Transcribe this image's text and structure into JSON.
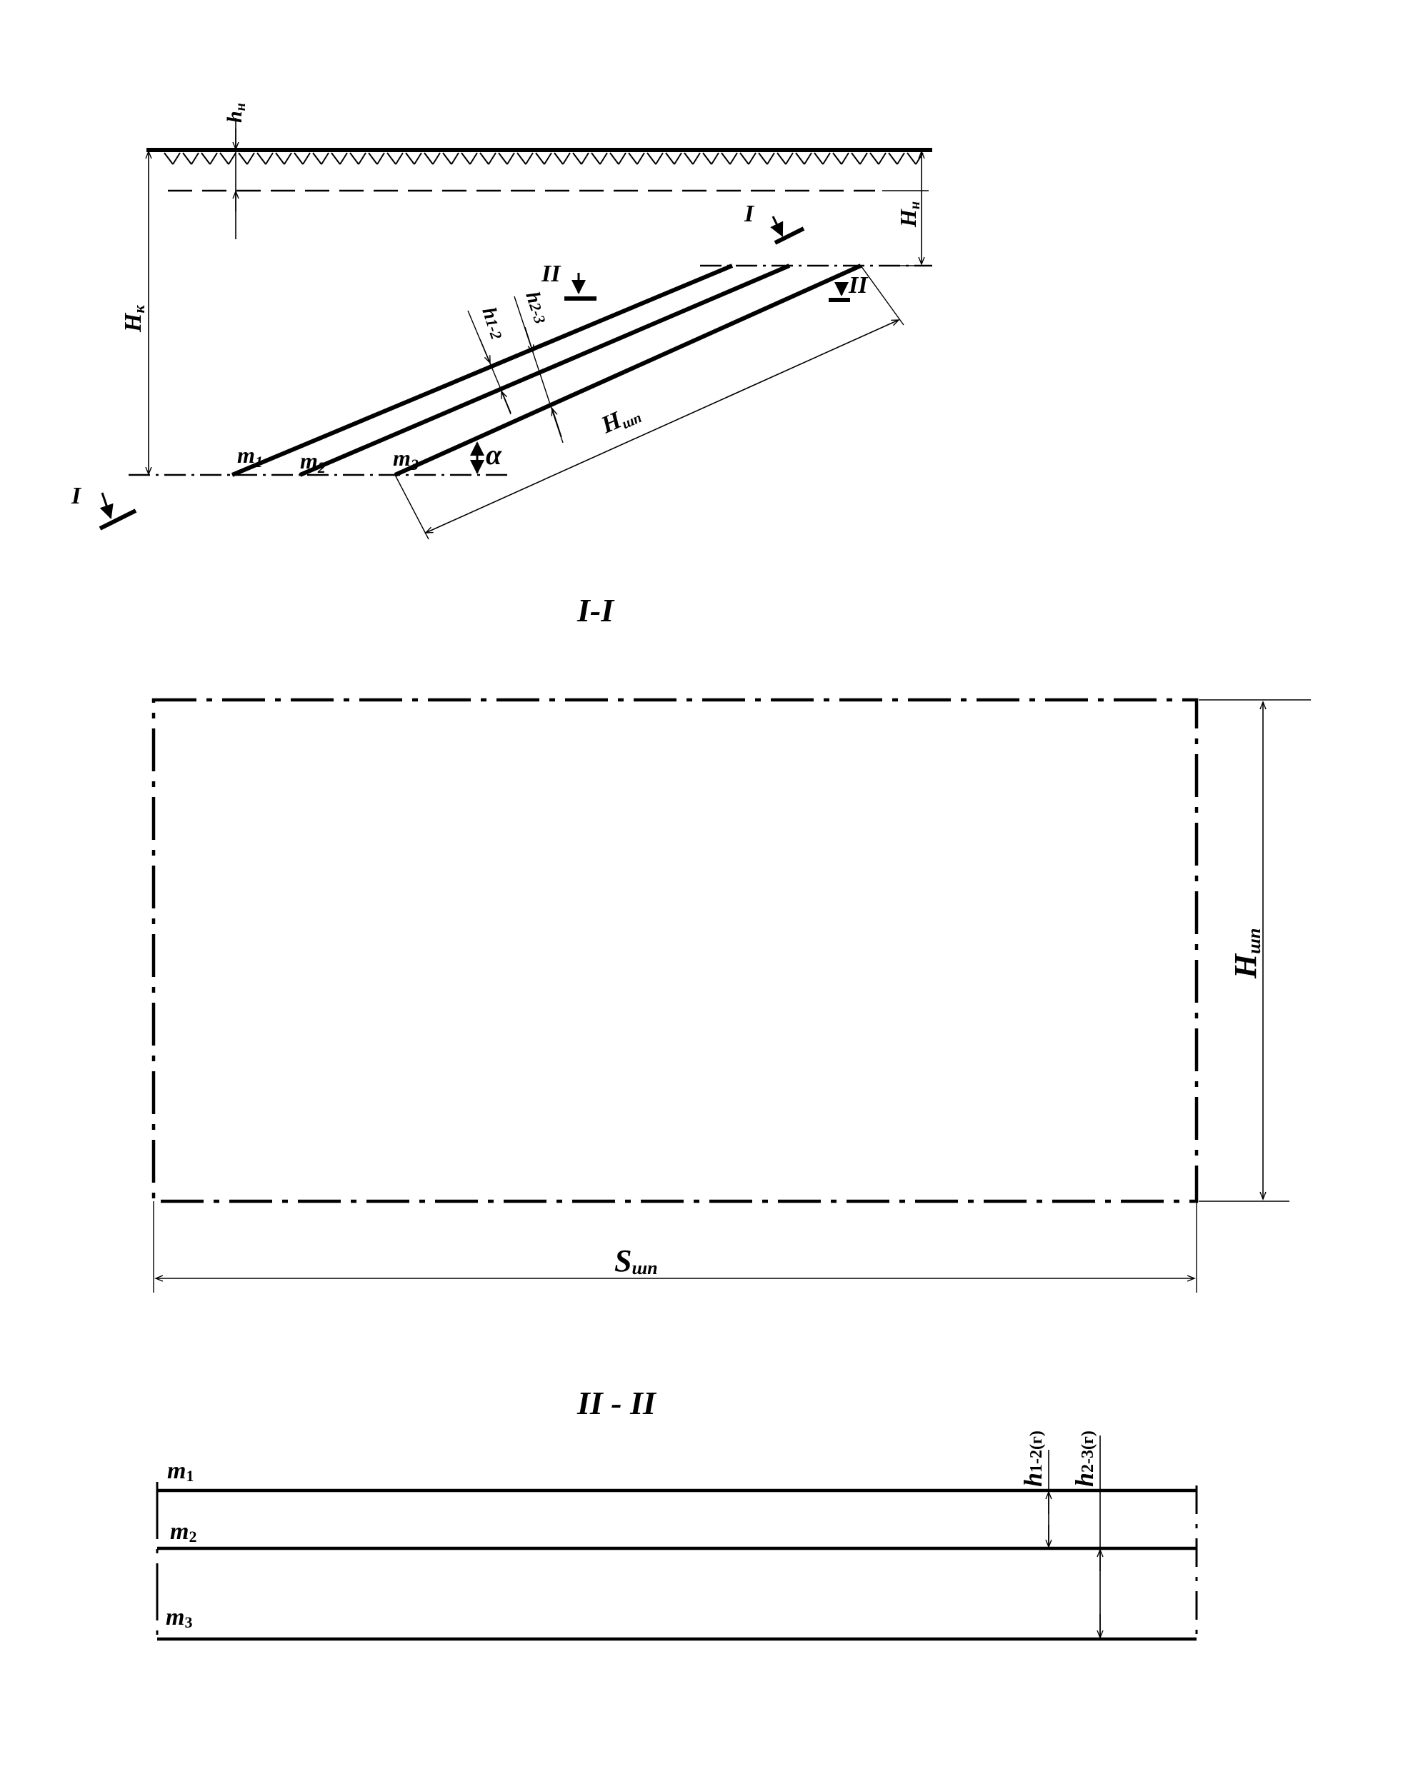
{
  "profile": {
    "h_n_label": {
      "main": "h",
      "sub": "н"
    },
    "H_n_label": {
      "main": "H",
      "sub": "н"
    },
    "H_k_label": {
      "main": "H",
      "sub": "к"
    },
    "h12_label": {
      "main": "h",
      "sub": "1-2"
    },
    "h23_label": {
      "main": "h",
      "sub": "2-3"
    },
    "H_shp_label": {
      "main": "H",
      "sub": "шп"
    },
    "alpha_label": "α",
    "seams": [
      {
        "main": "m",
        "sub": "1"
      },
      {
        "main": "m",
        "sub": "2"
      },
      {
        "main": "m",
        "sub": "3"
      }
    ],
    "cut_I": "I",
    "cut_II": "II"
  },
  "section_I": {
    "title": "I-I",
    "S_shp_label": {
      "main": "S",
      "sub": "шп"
    },
    "H_shp_label": {
      "main": "H",
      "sub": "шп"
    }
  },
  "section_II": {
    "title": "II - II",
    "seams": [
      {
        "main": "m",
        "sub": "1"
      },
      {
        "main": "m",
        "sub": "2"
      },
      {
        "main": "m",
        "sub": "3"
      }
    ],
    "h12g_label": {
      "main": "h",
      "sub": "1-2(г)"
    },
    "h23g_label": {
      "main": "h",
      "sub": "2-3(г)"
    }
  }
}
